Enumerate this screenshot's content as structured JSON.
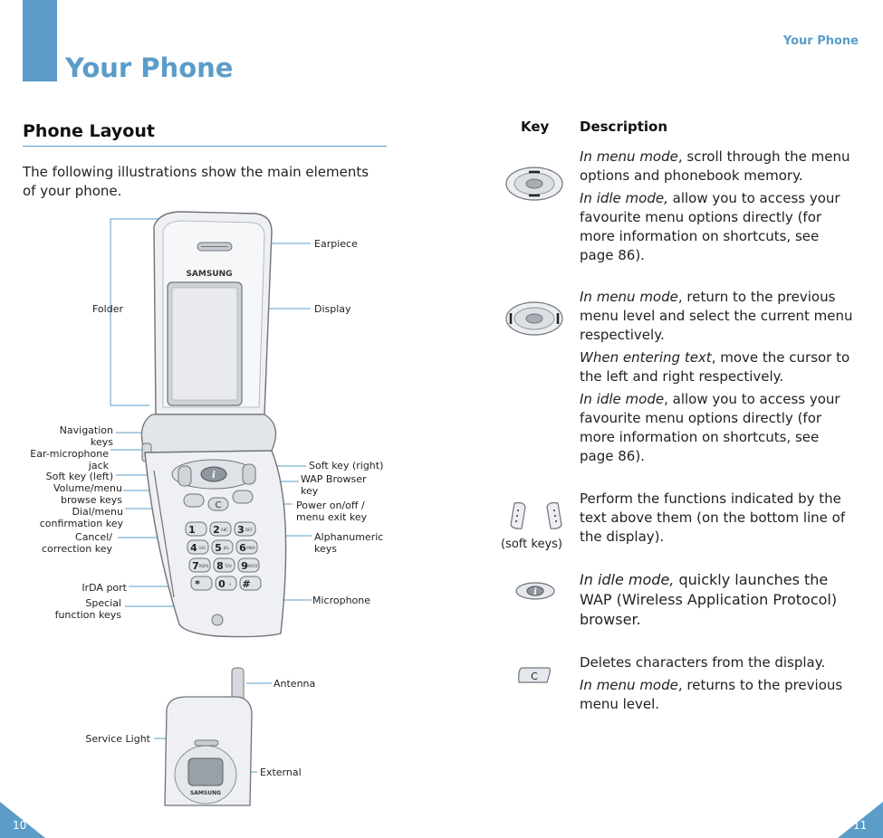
{
  "header": {
    "page_title": "Your Phone",
    "running_head": "Your Phone"
  },
  "left": {
    "section_title": "Phone Layout",
    "intro": "The following illustrations show the main elements of your phone.",
    "labels": {
      "folder": "Folder",
      "earpiece": "Earpiece",
      "display": "Display",
      "navigation_keys_1": "Navigation",
      "navigation_keys_2": "keys",
      "ear_mic_1": "Ear-microphone",
      "ear_mic_2": "jack",
      "soft_key_left": "Soft key (left)",
      "volume_1": "Volume/menu",
      "volume_2": "browse keys",
      "dial_1": "Dial/menu",
      "dial_2": "confirmation key",
      "cancel_1": "Cancel/",
      "cancel_2": "correction key",
      "irda": "IrDA port",
      "special_1": "Special",
      "special_2": "function keys",
      "soft_key_right": "Soft key (right)",
      "wap_1": "WAP Browser",
      "wap_2": "key",
      "power_1": "Power on/off /",
      "power_2": "menu exit key",
      "alpha_1": "Alphanumeric",
      "alpha_2": "keys",
      "microphone": "Microphone",
      "antenna": "Antenna",
      "service_light": "Service Light",
      "external": "External"
    },
    "brand": "SAMSUNG",
    "keypad": [
      "1",
      "2",
      "3",
      "4",
      "5",
      "6",
      "7",
      "8",
      "9",
      "*",
      "0",
      "#"
    ],
    "keypad_sub": [
      "",
      "ABC",
      "DEF",
      "GHI",
      "JKL",
      "MNO",
      "PQRS",
      "TUV",
      "WXYZ",
      "",
      "+",
      ""
    ]
  },
  "right": {
    "col_key": "Key",
    "col_desc": "Description",
    "row1": {
      "p1_em": "In menu mode",
      "p1_rest": ", scroll through the menu options and phonebook memory.",
      "p2_em": "In idle mode,",
      "p2_rest": " allow you to access your favourite menu options directly (for more information on shortcuts, see page 86)."
    },
    "row2": {
      "p1_em": "In menu mode",
      "p1_rest": ", return to the previous menu level and select the current menu respectively.",
      "p2_em": "When entering text",
      "p2_rest": ", move the cursor to the left and right respectively.",
      "p3_em": "In idle mode",
      "p3_rest": ", allow you to access your favourite menu options directly (for more information on shortcuts, see page 86)."
    },
    "row3": {
      "text": "Perform the functions indicated by the text above them (on the bottom line of the display).",
      "key_caption": "(soft keys)"
    },
    "row4": {
      "p1_em": "In idle mode,",
      "p1_rest": " quickly launches the WAP (Wireless Application Protocol) browser."
    },
    "row5": {
      "p1": "Deletes characters from the display.",
      "p2_em": "In menu mode",
      "p2_rest": ", returns to the previous menu level.",
      "key_glyph": "C"
    },
    "wap_key_glyph": "i"
  },
  "footer": {
    "left_page": "10",
    "right_page": "11"
  },
  "colors": {
    "accent": "#5b9cc9"
  }
}
